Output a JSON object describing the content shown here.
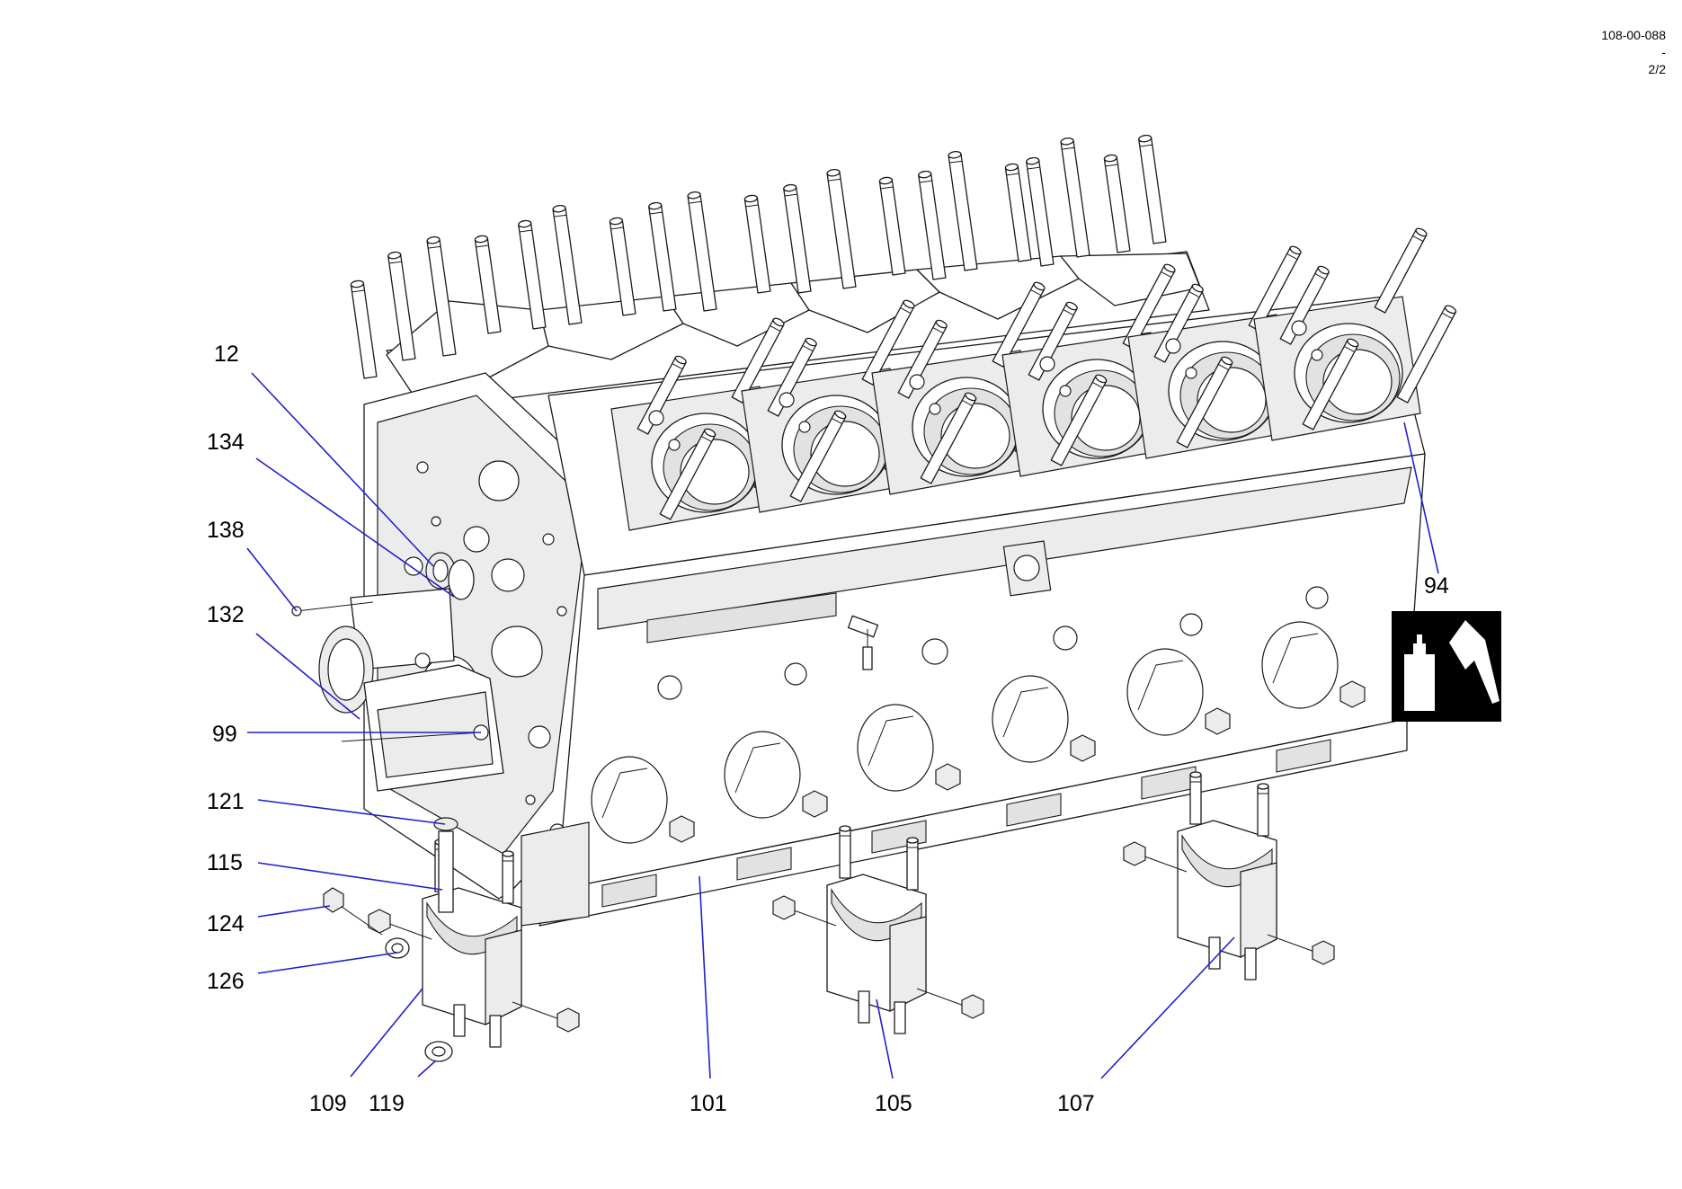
{
  "document": {
    "id": "108-00-088",
    "revision": "-",
    "sheet": "2/2"
  },
  "callouts": [
    {
      "id": "c12",
      "label": "12"
    },
    {
      "id": "c134",
      "label": "134"
    },
    {
      "id": "c138",
      "label": "138"
    },
    {
      "id": "c132",
      "label": "132"
    },
    {
      "id": "c99",
      "label": "99"
    },
    {
      "id": "c121",
      "label": "121"
    },
    {
      "id": "c115",
      "label": "115"
    },
    {
      "id": "c124",
      "label": "124"
    },
    {
      "id": "c126",
      "label": "126"
    },
    {
      "id": "c109",
      "label": "109"
    },
    {
      "id": "c119",
      "label": "119"
    },
    {
      "id": "c101",
      "label": "101"
    },
    {
      "id": "c105",
      "label": "105"
    },
    {
      "id": "c107",
      "label": "107"
    },
    {
      "id": "c94",
      "label": "94"
    }
  ],
  "icons": {
    "sealant": "sealant-application-icon"
  },
  "colors": {
    "leader_line": "#1f1fcf",
    "ink": "#1a1a1a",
    "shading": "#ececec"
  }
}
